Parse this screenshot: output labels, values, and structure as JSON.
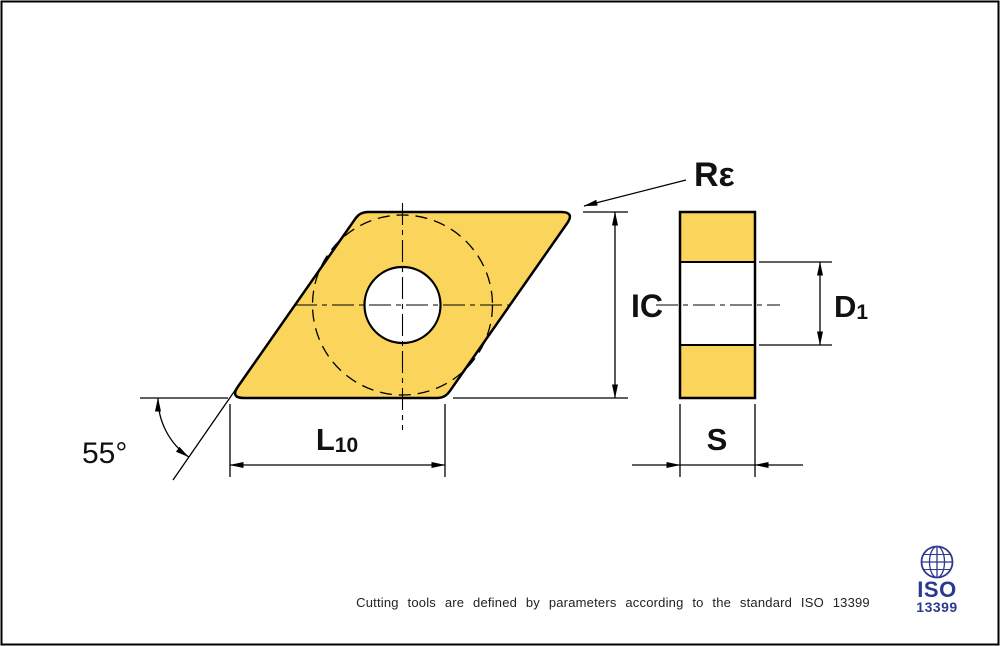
{
  "drawing": {
    "caption": "Cutting tools are defined by parameters according to the standard ISO 13399",
    "colors": {
      "insert_fill": "#FBD45C",
      "outline": "#000000",
      "logo_blue": "#2B3990",
      "background": "#FFFFFF"
    },
    "labels": {
      "corner_radius": "Rε",
      "inscribed_circle": "IC",
      "length_main": "L",
      "length_sub": "10",
      "angle": "55°",
      "thickness": "S",
      "hole_dia_main": "D",
      "hole_dia_sub": "1"
    },
    "logo": {
      "org": "ISO",
      "standard": "13399"
    }
  }
}
